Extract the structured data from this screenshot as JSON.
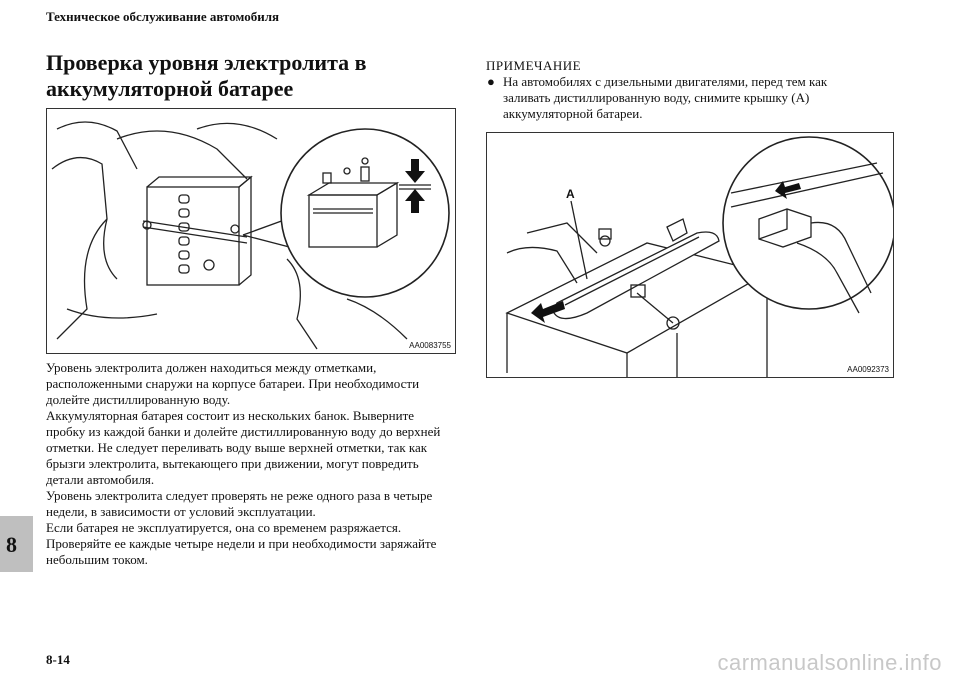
{
  "header": {
    "running_title": "Техническое обслуживание автомобиля"
  },
  "section": {
    "title": "Проверка уровня электролита в аккумуляторной батарее"
  },
  "figure_left": {
    "code": "AA0083755"
  },
  "figure_right": {
    "code": "AA0092373",
    "label_a": "A"
  },
  "body": {
    "paragraphs": [
      "Уровень электролита должен находиться между отметками, расположенными снаружи на корпусе батареи. При необходимости долейте дистиллированную воду.",
      "Аккумуляторная батарея состоит из нескольких банок. Выверните пробку из каждой банки и долейте дистиллированную воду до верхней отметки. Не следует переливать воду выше верхней отметки, так как брызги электролита, вытекающего при движении, могут повредить детали автомобиля.",
      "Уровень электролита следует проверять не реже одного раза в четыре недели, в зависимости от условий эксплуатации.",
      "Если батарея не эксплуатируется, она со временем разряжается. Проверяйте ее каждые четыре недели и при необходимости заряжайте небольшим током."
    ]
  },
  "note": {
    "heading": "ПРИМЕЧАНИЕ",
    "bullet": "●",
    "item": "На автомобилях с дизельными двигателями, перед тем как заливать дистиллированную воду, снимите крышку (A) аккумуляторной батареи."
  },
  "chapter": {
    "number": "8"
  },
  "footer": {
    "page_number": "8-14",
    "watermark": "carmanualsonline.info"
  }
}
